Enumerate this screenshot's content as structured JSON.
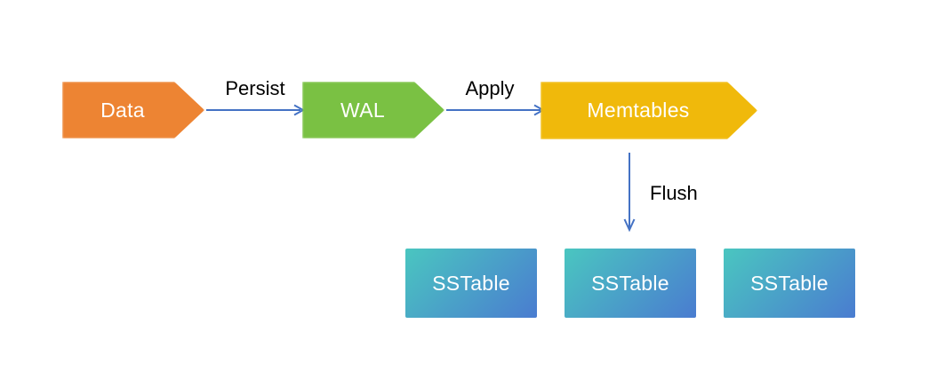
{
  "diagram": {
    "nodes": {
      "data": {
        "label": "Data",
        "color": "#ED8433"
      },
      "wal": {
        "label": "WAL",
        "color": "#7AC143"
      },
      "memtables": {
        "label": "Memtables",
        "color": "#F0B90B"
      },
      "sstables": [
        {
          "label": "SSTable"
        },
        {
          "label": "SSTable"
        },
        {
          "label": "SSTable"
        }
      ]
    },
    "edges": [
      {
        "label": "Persist",
        "from": "data",
        "to": "wal",
        "direction": "right"
      },
      {
        "label": "Apply",
        "from": "wal",
        "to": "memtables",
        "direction": "right"
      },
      {
        "label": "Flush",
        "from": "memtables",
        "to": "sstables",
        "direction": "down"
      }
    ],
    "colors": {
      "background": "#FFFFFF",
      "arrow": "#4472C4",
      "node_text": "#FFFFFF",
      "edge_label_text": "#000000",
      "sstable_gradient_start": "#4AC6C0",
      "sstable_gradient_end": "#4A7CD0"
    }
  }
}
